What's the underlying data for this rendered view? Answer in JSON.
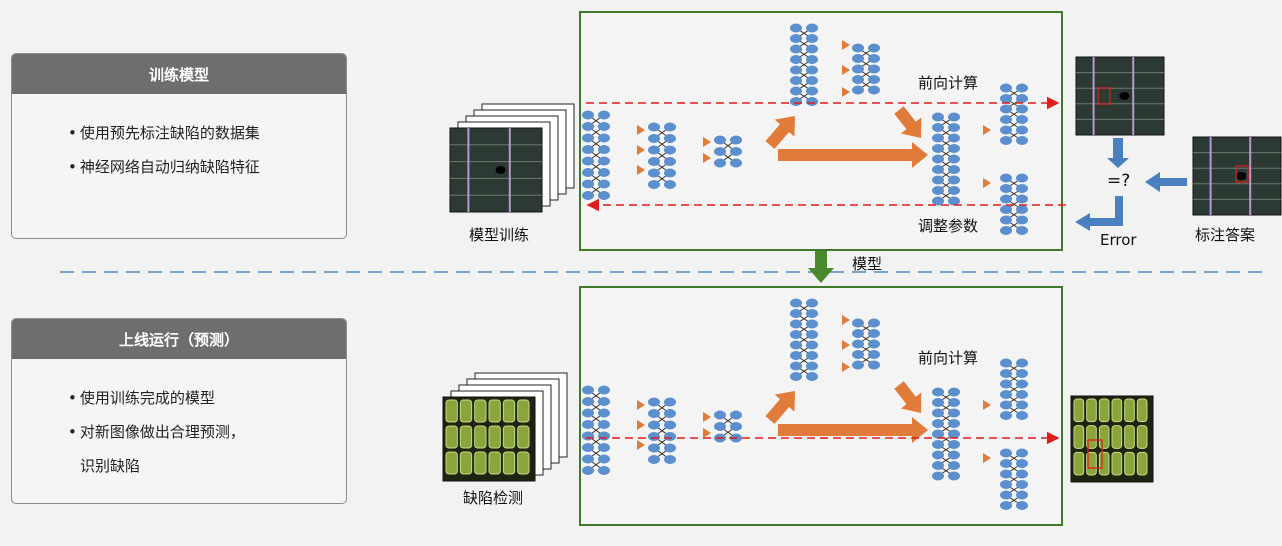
{
  "training": {
    "title": "训练模型",
    "bullets": [
      "使用预先标注缺陷的数据集",
      "神经网络自动归纳缺陷特征"
    ]
  },
  "deploy": {
    "title": "上线运行（预测）",
    "bullets": [
      "使用训练完成的模型",
      "对新图像做出合理预测，",
      "识别缺陷"
    ]
  },
  "labels": {
    "model_training": "模型训练",
    "forward_top": "前向计算",
    "adjust": "调整参数",
    "error": "Error",
    "eq": "=?",
    "answer": "标注答案",
    "model": "模型",
    "forward_bottom": "前向计算",
    "defect_detect": "缺陷检测"
  },
  "colors": {
    "node": "#5b8fce",
    "arrow": "#e07b39",
    "frame": "#3e7a2a",
    "redline": "#e21d1d",
    "divider": "#2e74b5",
    "blue_arrow": "#4a7fc0"
  }
}
